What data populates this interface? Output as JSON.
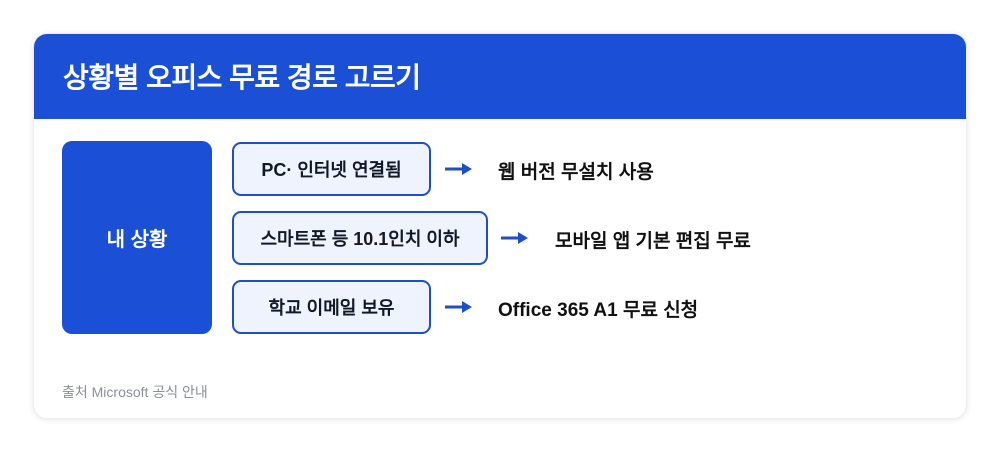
{
  "title": "상황별 오피스 무료 경로 고르기",
  "root": "내 상황",
  "rows": [
    {
      "condition": "PC· 인터넷 연결됨",
      "result": "웹 버전 무설치 사용"
    },
    {
      "condition": "스마트폰 등 10.1인치 이하",
      "result": "모바일 앱 기본 편집 무료"
    },
    {
      "condition": "학교 이메일 보유",
      "result": "Office 365 A1 무료 신청"
    }
  ],
  "source": "출처 Microsoft 공식 안내",
  "colors": {
    "primary": "#1a4fd6",
    "condition_fill": "#eef3fd",
    "condition_border": "#1e4fc4",
    "arrow": "#1e4fc4"
  }
}
